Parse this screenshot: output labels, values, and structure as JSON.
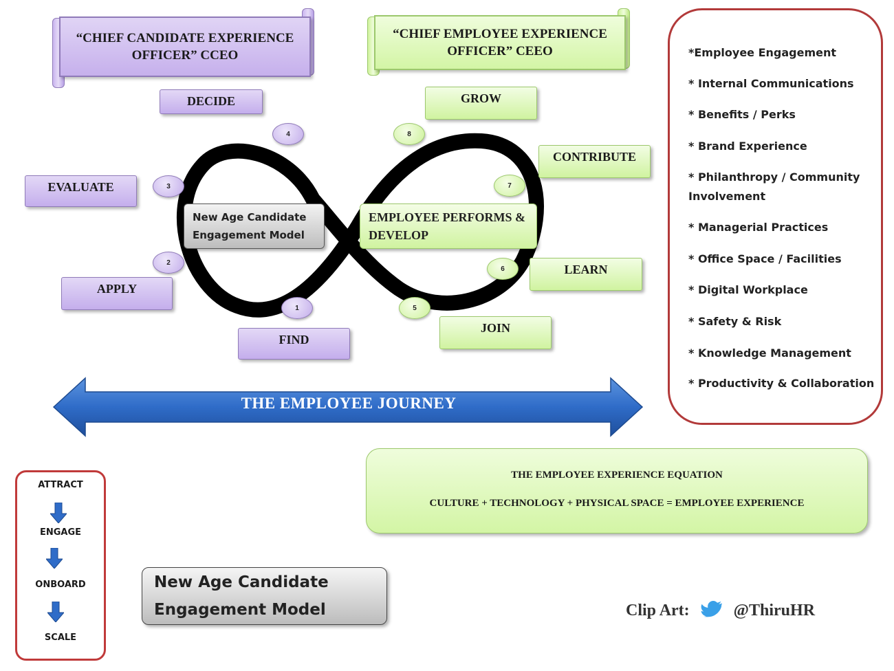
{
  "scrolls": {
    "cceo": "“CHIEF CANDIDATE EXPERIENCE OFFICER” CCEO",
    "ceeo": "“CHIEF EMPLOYEE EXPERIENCE OFFICER” CEEO"
  },
  "left_stages": {
    "decide": "DECIDE",
    "evaluate": "EVALUATE",
    "apply": "APPLY",
    "find": "FIND"
  },
  "right_stages": {
    "grow": "GROW",
    "contribute": "CONTRIBUTE",
    "learn": "LEARN",
    "join": "JOIN"
  },
  "step_numbers": [
    "1",
    "2",
    "3",
    "4",
    "5",
    "6",
    "7",
    "8"
  ],
  "center": {
    "left_label": "New Age Candidate Engagement Model",
    "right_label": "EMPLOYEE PERFORMS & DEVELOP"
  },
  "journey_arrow": "THE EMPLOYEE JOURNEY",
  "sidebar_items": [
    "*Employee Engagement",
    "* Internal Communications",
    "* Benefits / Perks",
    "* Brand Experience",
    "* Philanthropy / Community Involvement",
    "* Managerial Practices",
    "* Office Space / Facilities",
    "* Digital Workplace",
    "* Safety & Risk",
    "* Knowledge Management",
    "* Productivity & Collaboration"
  ],
  "equation": {
    "title": "THE EMPLOYEE EXPERIENCE EQUATION",
    "formula": "CULTURE + TECHNOLOGY + PHYSICAL SPACE = EMPLOYEE EXPERIENCE"
  },
  "flow": [
    "ATTRACT",
    "ENGAGE",
    "ONBOARD",
    "SCALE"
  ],
  "model_box": "New Age Candidate Engagement Model",
  "credit": {
    "prefix": "Clip Art:",
    "handle": "@ThiruHR"
  },
  "colors": {
    "purple": "#c6b0ec",
    "green": "#d3f5a5",
    "arrow_blue": "#2f6cc8",
    "border_red": "#b23a3a"
  }
}
